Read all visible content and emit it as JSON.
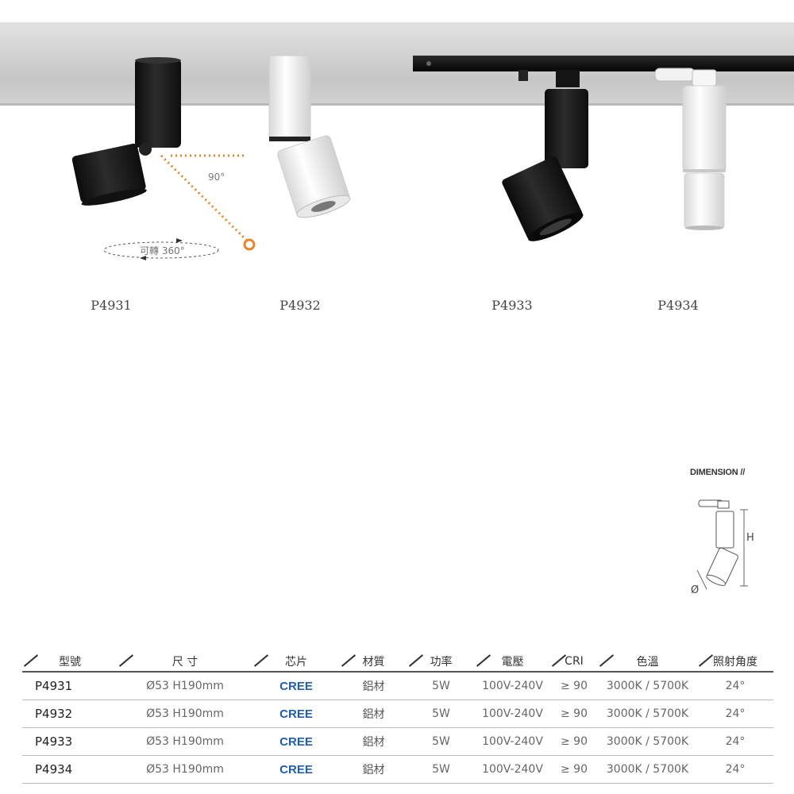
{
  "products": [
    {
      "model": "P4931"
    },
    {
      "model": "P4932"
    },
    {
      "model": "P4933"
    },
    {
      "model": "P4934"
    }
  ],
  "annotations": {
    "angle": "90°",
    "rotate": "可轉 360°"
  },
  "dimension": {
    "title": "DIMENSION //",
    "height_symbol": "H",
    "diameter_symbol": "Ø"
  },
  "table": {
    "headers": [
      "型號",
      "尺 寸",
      "芯片",
      "材質",
      "功率",
      "電壓",
      "CRI",
      "色溫",
      "照射角度"
    ],
    "rows": [
      [
        "P4931",
        "Ø53 H190mm",
        "CREE",
        "鋁材",
        "5W",
        "100V-240V",
        "≥ 90",
        "3000K / 5700K",
        "24°"
      ],
      [
        "P4932",
        "Ø53 H190mm",
        "CREE",
        "鋁材",
        "5W",
        "100V-240V",
        "≥ 90",
        "3000K / 5700K",
        "24°"
      ],
      [
        "P4933",
        "Ø53 H190mm",
        "CREE",
        "鋁材",
        "5W",
        "100V-240V",
        "≥ 90",
        "3000K / 5700K",
        "24°"
      ],
      [
        "P4934",
        "Ø53 H190mm",
        "CREE",
        "鋁材",
        "5W",
        "100V-240V",
        "≥ 90",
        "3000K / 5700K",
        "24°"
      ]
    ]
  },
  "colors": {
    "accent_orange": "#e8852a",
    "chip_blue": "#1f5fa8",
    "fixture_black": "#1b1b1b",
    "fixture_white": "#f4f4f4"
  }
}
